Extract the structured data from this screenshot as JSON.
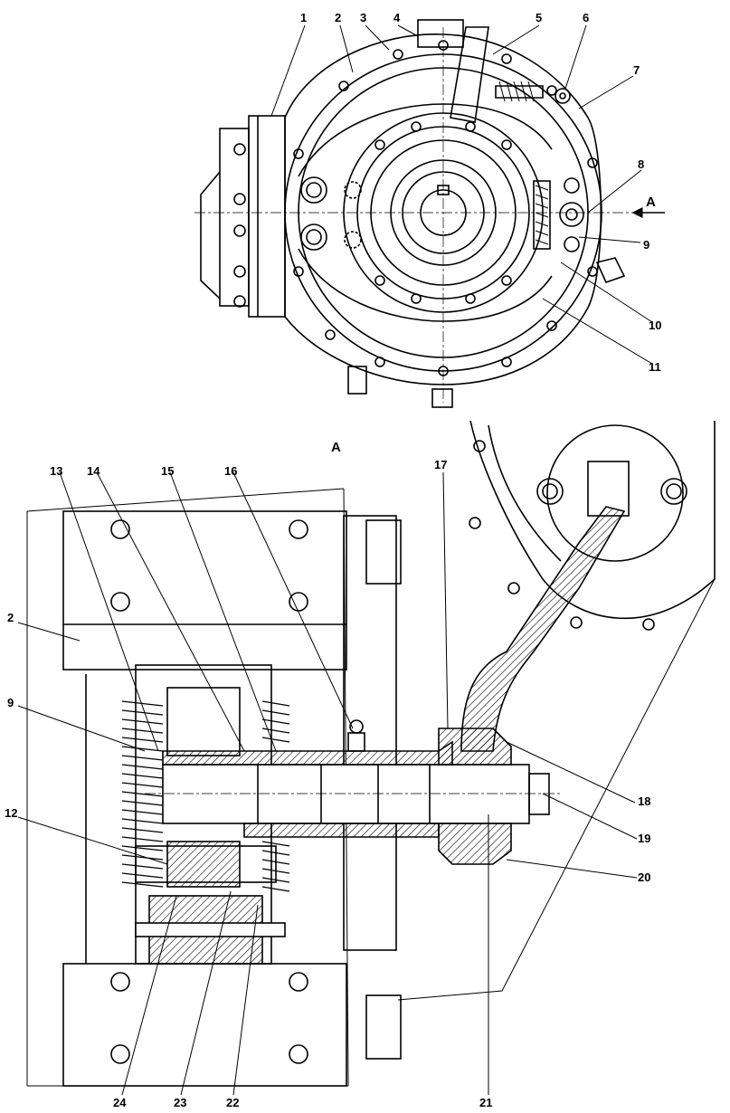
{
  "top_view": {
    "labels": [
      "1",
      "2",
      "3",
      "4",
      "5",
      "6",
      "7",
      "8",
      "9",
      "10",
      "11"
    ],
    "arrow_label": "A"
  },
  "bottom_view": {
    "title": "A",
    "labels": [
      "13",
      "14",
      "15",
      "16",
      "17",
      "2",
      "9",
      "12",
      "18",
      "19",
      "20",
      "24",
      "23",
      "22",
      "21"
    ]
  }
}
